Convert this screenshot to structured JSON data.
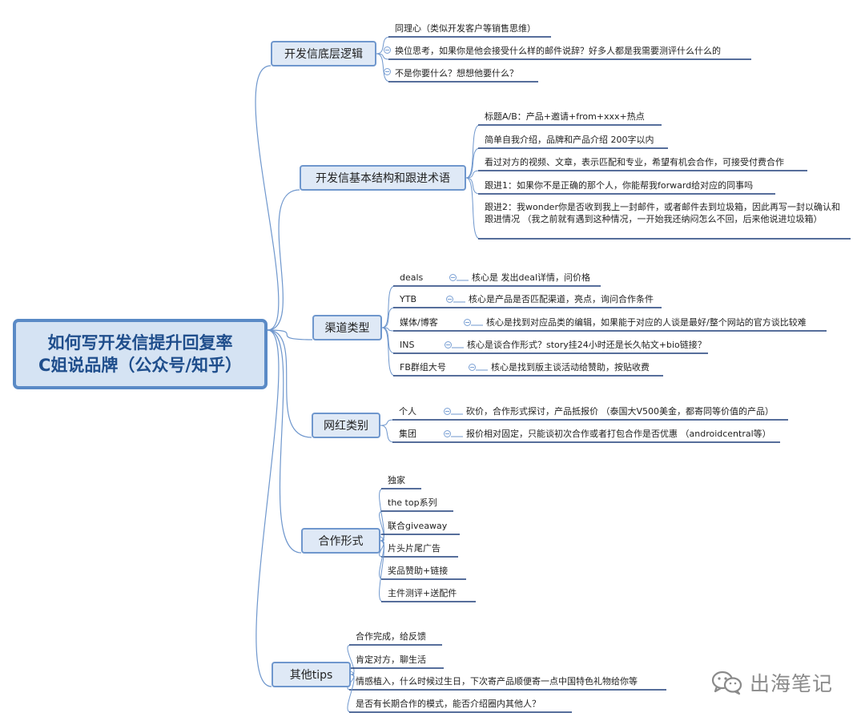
{
  "root": {
    "line1": "如何写开发信提升回复率",
    "line2": "C姐说品牌（公众号/知乎）"
  },
  "branches": [
    {
      "label": "开发信底层逻辑",
      "leaves": [
        {
          "text": "同理心（类似开发客户等销售思维）"
        },
        {
          "text": "换位思考，如果你是他会接受什么样的邮件说辞？好多人都是我需要测评什么什么的"
        },
        {
          "text": "不是你要什么？想想他要什么？"
        }
      ]
    },
    {
      "label": "开发信基本结构和跟进术语",
      "leaves": [
        {
          "text": "标题A/B：产品+邀请+from+xxx+热点"
        },
        {
          "text": "简单自我介绍，品牌和产品介绍 200字以内"
        },
        {
          "text": "看过对方的视频、文章，表示匹配和专业，希望有机会合作，可接受付费合作"
        },
        {
          "text": "跟进1：如果你不是正确的那个人，你能帮我forward给对应的同事吗"
        },
        {
          "text": "跟进2：我wonder你是否收到我上一封邮件，或者邮件去到垃圾箱，因此再写一封以确认和跟进情况 （我之前就有遇到这种情况，一开始我还纳闷怎么不回，后来他说进垃圾箱）"
        }
      ]
    },
    {
      "label": "渠道类型",
      "leaves": [
        {
          "text": "deals",
          "detail": "核心是 发出deal详情，问价格"
        },
        {
          "text": "YTB",
          "detail": "核心是产品是否匹配渠道，亮点，询问合作条件"
        },
        {
          "text": "媒体/博客",
          "detail": "核心是找到对应品类的编辑，如果能于对应的人谈是最好/整个网站的官方谈比较难"
        },
        {
          "text": "INS",
          "detail": "核心是谈合作形式？story挂24小时还是长久帖文+bio链接？"
        },
        {
          "text": "FB群组大号",
          "detail": "核心是找到版主谈活动给赞助，按贴收费"
        }
      ]
    },
    {
      "label": "网红类别",
      "leaves": [
        {
          "text": "个人",
          "detail": "砍价，合作形式探讨，产品抵报价 （泰国大V500美金，都寄同等价值的产品）"
        },
        {
          "text": "集团",
          "detail": "报价相对固定，只能谈初次合作或者打包合作是否优惠 （androidcentral等）"
        }
      ]
    },
    {
      "label": "合作形式",
      "leaves": [
        {
          "text": "独家"
        },
        {
          "text": "the top系列"
        },
        {
          "text": "联合giveaway"
        },
        {
          "text": "片头片尾广告"
        },
        {
          "text": "奖品赞助+链接"
        },
        {
          "text": "主件测评+送配件"
        }
      ]
    },
    {
      "label": "其他tips",
      "leaves": [
        {
          "text": "合作完成，给反馈"
        },
        {
          "text": "肯定对方，聊生活"
        },
        {
          "text": "情感植入，什么时候过生日，下次寄产品顺便寄一点中国特色礼物给你等"
        },
        {
          "text": "是否有长期合作的模式，能否介绍圈内其他人？"
        }
      ]
    }
  ],
  "watermark": {
    "text": "出海笔记",
    "icon": "wechat-icon"
  },
  "colors": {
    "line": "#6f97cd",
    "root_border": "#5a8ac6",
    "root_fill": "#d5e3f3",
    "branch_fill": "#dfe9f6",
    "underline": "#1f3f7a",
    "toggle": "#7aa0d4"
  }
}
